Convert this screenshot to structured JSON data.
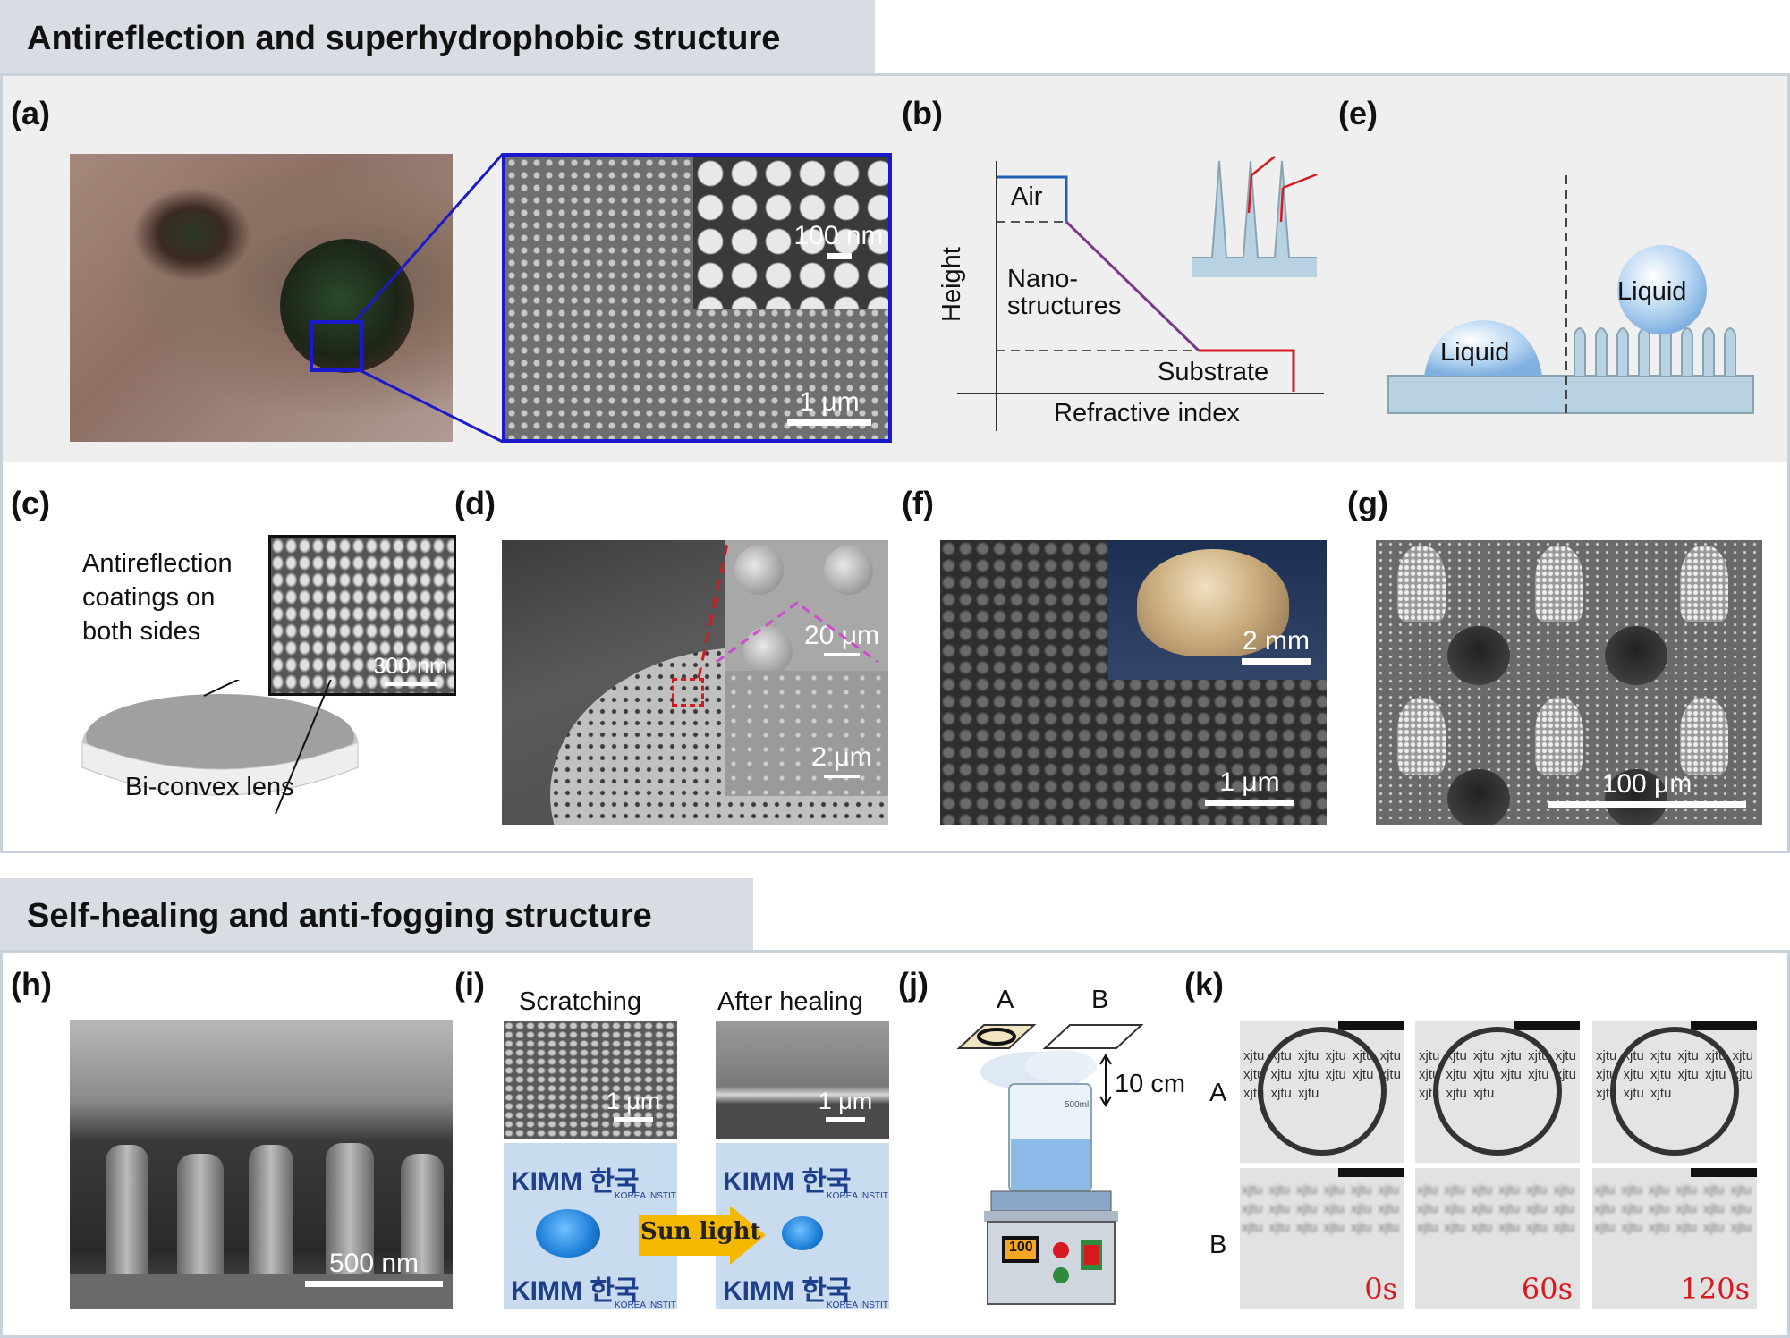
{
  "sections": {
    "top_title": "Antireflection and superhydrophobic structure",
    "bottom_title": "Self-healing and anti-fogging structure"
  },
  "panels": {
    "a": {
      "label": "(a)",
      "inset_scale": "100 nm",
      "main_scale": "1 μm"
    },
    "b": {
      "label": "(b)",
      "air": "Air",
      "nano_line1": "Nano-",
      "nano_line2": "structures",
      "substrate": "Substrate",
      "ylabel": "Height",
      "xlabel": "Refractive index"
    },
    "e": {
      "label": "(e)",
      "liquid_left": "Liquid",
      "liquid_right": "Liquid"
    },
    "c": {
      "label": "(c)",
      "text_line1": "Antireflection",
      "text_line2": "coatings on",
      "text_line3": "both sides",
      "inset_scale": "300 nm",
      "lens_label": "Bi-convex lens"
    },
    "d": {
      "label": "(d)",
      "scale_top": "20 μm",
      "scale_bottom": "2 μm"
    },
    "f": {
      "label": "(f)",
      "inset_scale": "2 mm",
      "main_scale": "1 μm"
    },
    "g": {
      "label": "(g)",
      "scale": "100 μm"
    },
    "h": {
      "label": "(h)",
      "scale": "500 nm"
    },
    "i": {
      "label": "(i)",
      "title_left": "Scratching",
      "title_right": "After healing",
      "scale_left": "1 μm",
      "scale_right": "1 μm",
      "logo": "KIMM",
      "logo_korean": "한국",
      "logo_sub": "KOREA INSTIT",
      "arrow_text": "Sun light"
    },
    "j": {
      "label": "(j)",
      "A": "A",
      "B": "B",
      "distance": "10 cm",
      "display": "100",
      "beaker_mark": "500ml"
    },
    "k": {
      "label": "(k)",
      "row_a": "A",
      "row_b": "B",
      "times": [
        "0s",
        "60s",
        "120s"
      ],
      "word": "xjtu"
    }
  },
  "colors": {
    "section_bg": "#d8dde3",
    "border": "#c9d1da",
    "zoom": "#1a1acc",
    "red_arrow": "#d8191f",
    "drop": "#1e7fd8",
    "sun_arrow": "#f5b800"
  }
}
